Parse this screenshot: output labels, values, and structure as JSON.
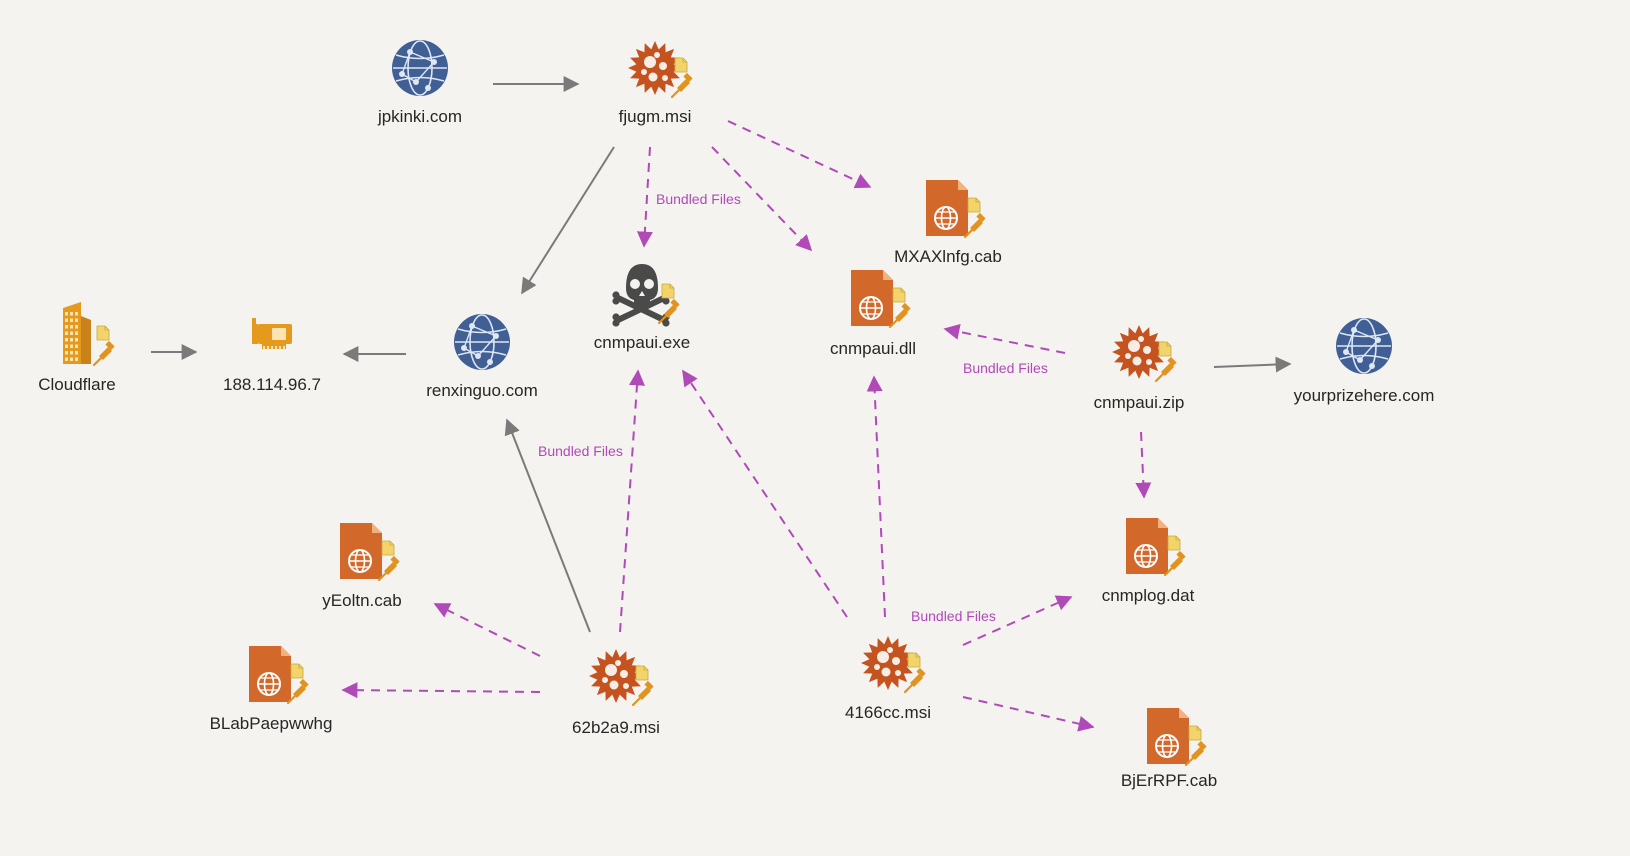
{
  "colors": {
    "background": "#f4f3ef",
    "domain_icon": "#3f5f95",
    "malware_icon": "#c4531f",
    "file_icon": "#d2692b",
    "infra_icon": "#e69a1d",
    "note_badge": "#f3d46b",
    "pin": "#e0941f",
    "solid_edge": "#7a7a7a",
    "bundled_edge": "#b04ab8"
  },
  "nodes": [
    {
      "id": "jpkinki",
      "label": "jpkinki.com",
      "icon": "globe-icon"
    },
    {
      "id": "fjugm",
      "label": "fjugm.msi",
      "icon": "malware-icon"
    },
    {
      "id": "mxax",
      "label": "MXAXlnfg.cab",
      "icon": "web-file-icon"
    },
    {
      "id": "cnmpaui_exe",
      "label": "cnmpaui.exe",
      "icon": "skull-icon"
    },
    {
      "id": "cnmpaui_dll",
      "label": "cnmpaui.dll",
      "icon": "web-file-icon"
    },
    {
      "id": "cloudflare",
      "label": "Cloudflare",
      "icon": "building-icon"
    },
    {
      "id": "ip",
      "label": "188.114.96.7",
      "icon": "network-card-icon"
    },
    {
      "id": "renxinguo",
      "label": "renxinguo.com",
      "icon": "globe-icon"
    },
    {
      "id": "cnmpaui_zip",
      "label": "cnmpaui.zip",
      "icon": "malware-icon"
    },
    {
      "id": "yourprize",
      "label": "yourprizehere.com",
      "icon": "globe-icon"
    },
    {
      "id": "yeoltn",
      "label": "yEoltn.cab",
      "icon": "web-file-icon"
    },
    {
      "id": "cnmplog",
      "label": "cnmplog.dat",
      "icon": "web-file-icon"
    },
    {
      "id": "blab",
      "label": "BLabPaepwwhg",
      "icon": "web-file-icon"
    },
    {
      "id": "m62b2a9",
      "label": "62b2a9.msi",
      "icon": "malware-icon"
    },
    {
      "id": "m4166cc",
      "label": "4166cc.msi",
      "icon": "malware-icon"
    },
    {
      "id": "bjerrpf",
      "label": "BjErRPF.cab",
      "icon": "web-file-icon"
    }
  ],
  "edges": [
    {
      "from": "jpkinki",
      "to": "fjugm",
      "style": "solid",
      "label": ""
    },
    {
      "from": "fjugm",
      "to": "renxinguo",
      "style": "solid",
      "label": ""
    },
    {
      "from": "fjugm",
      "to": "cnmpaui_exe",
      "style": "dashed",
      "label": "Bundled Files"
    },
    {
      "from": "fjugm",
      "to": "cnmpaui_dll",
      "style": "dashed",
      "label": ""
    },
    {
      "from": "fjugm",
      "to": "mxax",
      "style": "dashed",
      "label": ""
    },
    {
      "from": "cloudflare",
      "to": "ip",
      "style": "solid",
      "label": ""
    },
    {
      "from": "renxinguo",
      "to": "ip",
      "style": "solid",
      "label": ""
    },
    {
      "from": "cnmpaui_zip",
      "to": "cnmpaui_dll",
      "style": "dashed",
      "label": "Bundled Files"
    },
    {
      "from": "cnmpaui_zip",
      "to": "yourprize",
      "style": "solid",
      "label": ""
    },
    {
      "from": "cnmpaui_zip",
      "to": "cnmplog",
      "style": "dashed",
      "label": ""
    },
    {
      "from": "m62b2a9",
      "to": "renxinguo",
      "style": "solid",
      "label": ""
    },
    {
      "from": "m62b2a9",
      "to": "cnmpaui_exe",
      "style": "dashed",
      "label": "Bundled Files"
    },
    {
      "from": "m62b2a9",
      "to": "yeoltn",
      "style": "dashed",
      "label": ""
    },
    {
      "from": "m62b2a9",
      "to": "blab",
      "style": "dashed",
      "label": ""
    },
    {
      "from": "m4166cc",
      "to": "cnmpaui_exe",
      "style": "dashed",
      "label": ""
    },
    {
      "from": "m4166cc",
      "to": "cnmpaui_dll",
      "style": "dashed",
      "label": ""
    },
    {
      "from": "m4166cc",
      "to": "cnmplog",
      "style": "dashed",
      "label": "Bundled Files"
    },
    {
      "from": "m4166cc",
      "to": "bjerrpf",
      "style": "dashed",
      "label": ""
    }
  ]
}
